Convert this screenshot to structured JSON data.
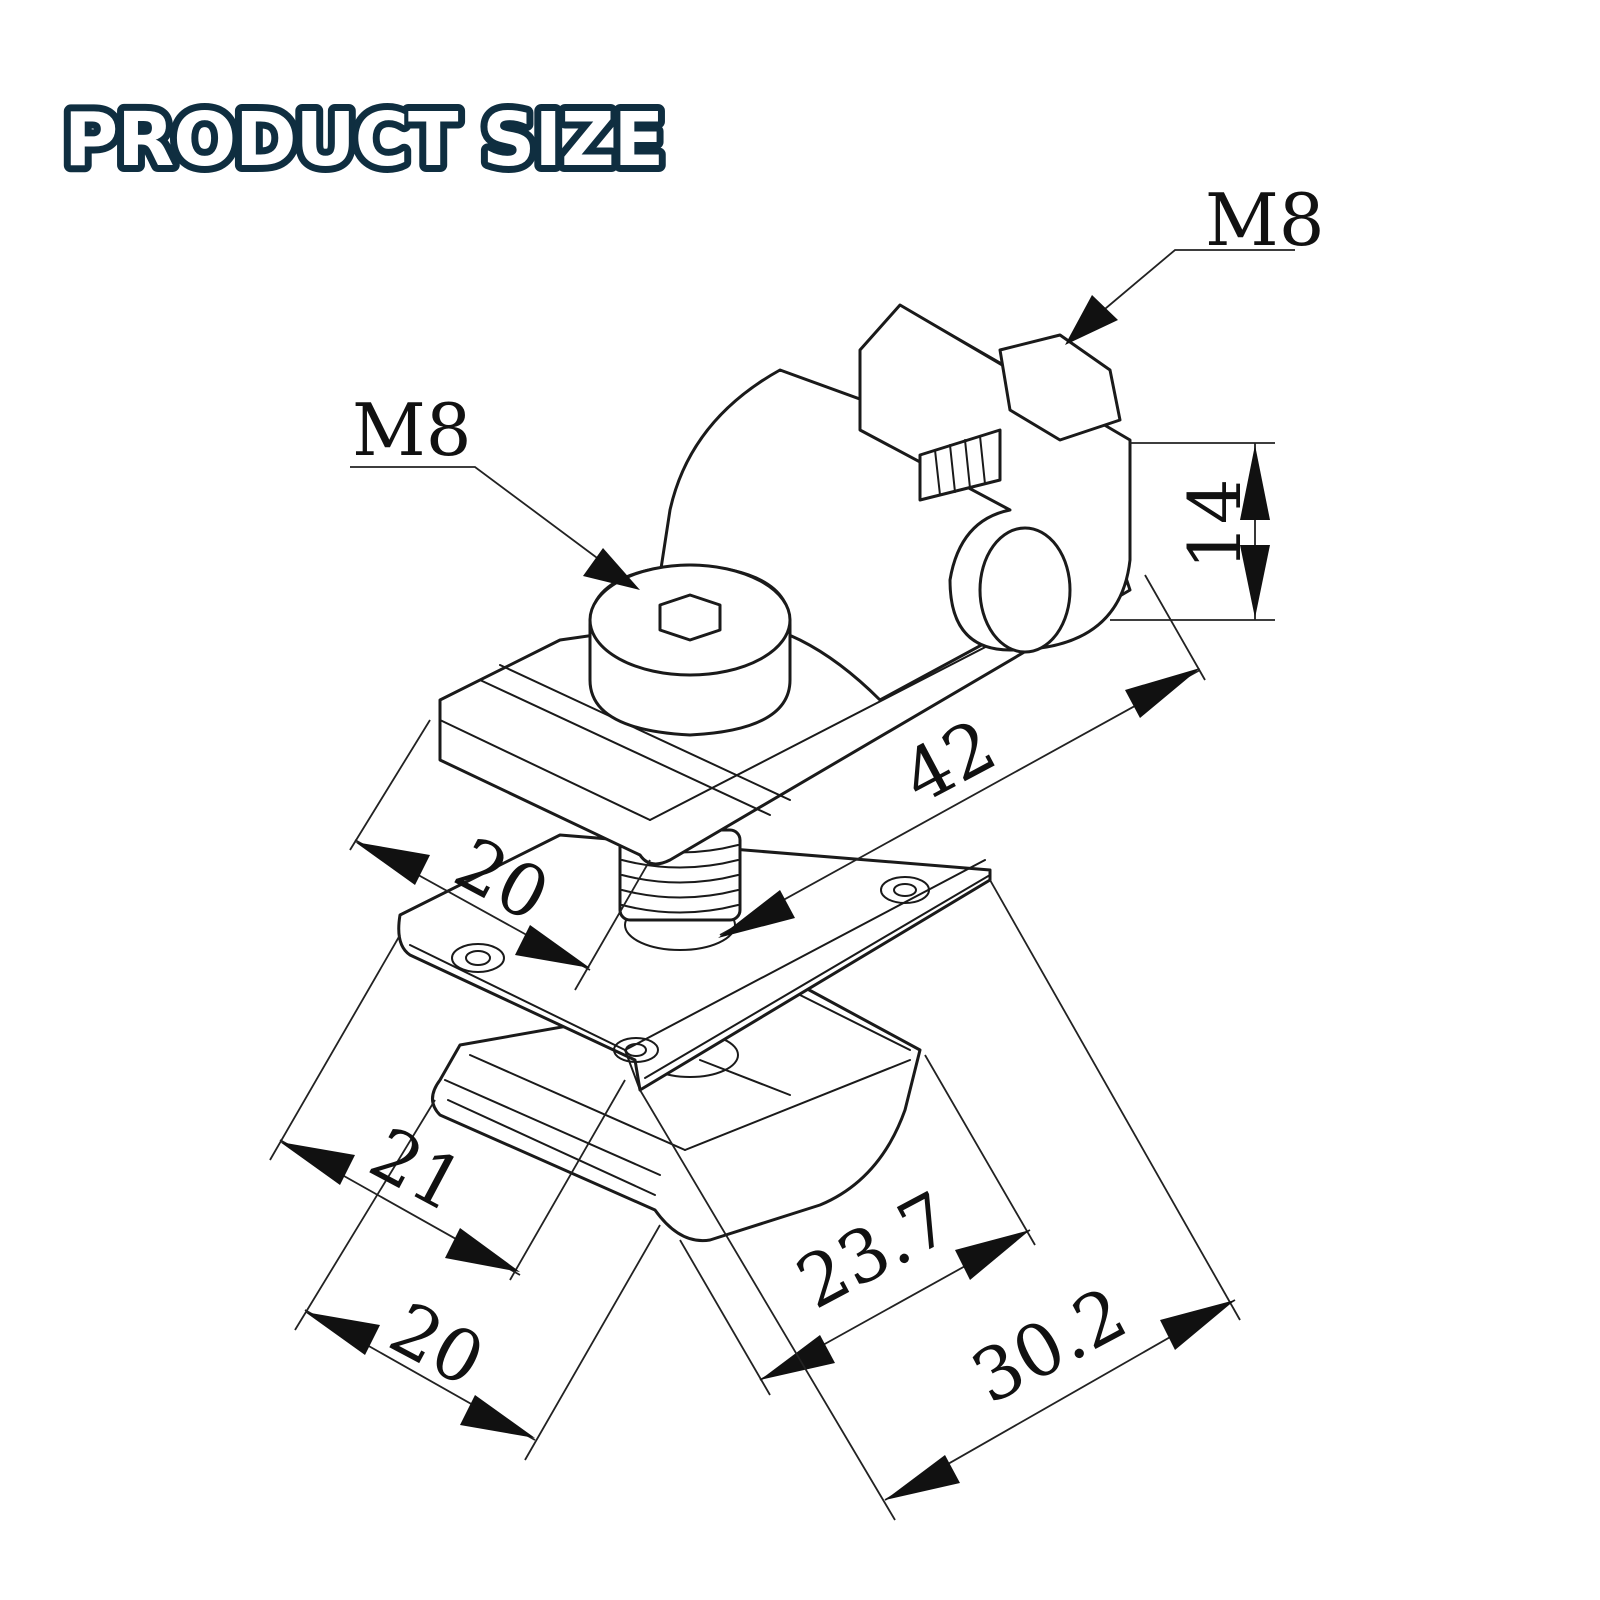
{
  "header": {
    "title": "PRODUCT SIZE"
  },
  "colors": {
    "title_fill": "#ffffff",
    "title_outline": "#0f2e40",
    "line": "#1a1a1a"
  },
  "callouts": {
    "bolt_top": "M8",
    "bolt_front": "M8"
  },
  "dimensions": {
    "height": "14",
    "length": "42",
    "clamp_width": "20",
    "plate_width": "21",
    "nut_width": "20",
    "nut_length": "23.7",
    "plate_length": "30.2"
  }
}
